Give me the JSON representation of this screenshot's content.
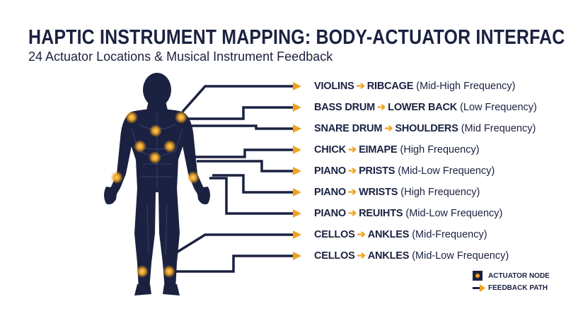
{
  "title": "HAPTIC INSTRUMENT MAPPING: BODY-ACTUATOR INTERFACE",
  "subtitle": "24 Actuator Locations & Musical Instrument Feedback",
  "mappings": [
    {
      "instrument": "VIOLINS",
      "location": "RIBCAGE",
      "detail": "(Mid-High Frequency)"
    },
    {
      "instrument": "BASS DRUM",
      "location": "LOWER BACK",
      "detail": "(Low Frequency)"
    },
    {
      "instrument": "SNARE DRUM",
      "location": "SHOULDERS",
      "detail": "(Mid Frequency)"
    },
    {
      "instrument": "CHICK",
      "location": "EIMAPE",
      "detail": "(High Frequency)"
    },
    {
      "instrument": "PIANO",
      "location": "PRISTS",
      "detail": "(Mid-Low Frequency)"
    },
    {
      "instrument": "PIANO",
      "location": "WRISTS",
      "detail": "(High Frequency)"
    },
    {
      "instrument": "PIANO",
      "location": "REUIHTS",
      "detail": "(Mid-Low Frequency)"
    },
    {
      "instrument": "CELLOS",
      "location": "ANKLES",
      "detail": "(Mid-Frequency)"
    },
    {
      "instrument": "CELLOS",
      "location": "ANKLES",
      "detail": "(Mid-Low Frequency)"
    }
  ],
  "arrow_glyph": "➔",
  "legend": {
    "node_label": "ACTUATOR NODE",
    "path_label": "FEEDBACK PATH"
  },
  "colors": {
    "navy": "#1b2140",
    "accent": "#f0a21f"
  }
}
